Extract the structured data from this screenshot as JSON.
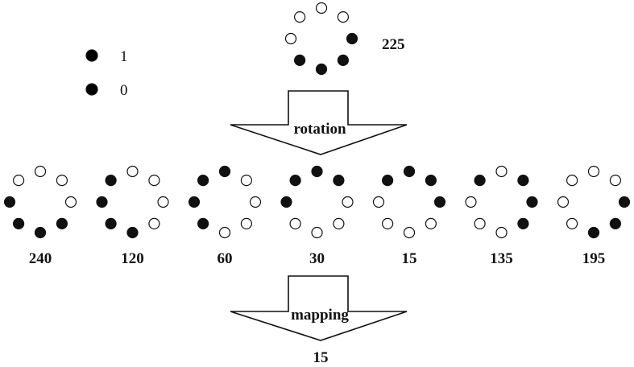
{
  "legend": [
    {
      "label": "1",
      "value": 1
    },
    {
      "label": "0",
      "value": 0
    }
  ],
  "top_pattern": {
    "label": "225",
    "bits": [
      1,
      1,
      0,
      0,
      0,
      0,
      1,
      1
    ]
  },
  "arrows": {
    "rotation_label": "rotation",
    "mapping_label": "mapping"
  },
  "row_patterns": [
    {
      "label": "240",
      "bits": [
        1,
        1,
        1,
        0,
        0,
        0,
        0,
        1
      ]
    },
    {
      "label": "120",
      "bits": [
        1,
        1,
        1,
        1,
        0,
        0,
        0,
        0
      ]
    },
    {
      "label": "60",
      "bits": [
        0,
        1,
        1,
        1,
        1,
        0,
        0,
        0
      ]
    },
    {
      "label": "30",
      "bits": [
        0,
        0,
        1,
        1,
        1,
        1,
        0,
        0
      ]
    },
    {
      "label": "15",
      "bits": [
        0,
        0,
        0,
        1,
        1,
        1,
        1,
        0
      ]
    },
    {
      "label": "135",
      "bits": [
        1,
        0,
        0,
        0,
        1,
        1,
        1,
        0
      ]
    },
    {
      "label": "195",
      "bits": [
        1,
        1,
        0,
        0,
        0,
        1,
        1,
        1
      ]
    }
  ],
  "result": {
    "label": "15"
  },
  "colors": {
    "one": "#ffffff",
    "zero": "#111111",
    "stroke": "#111111"
  }
}
